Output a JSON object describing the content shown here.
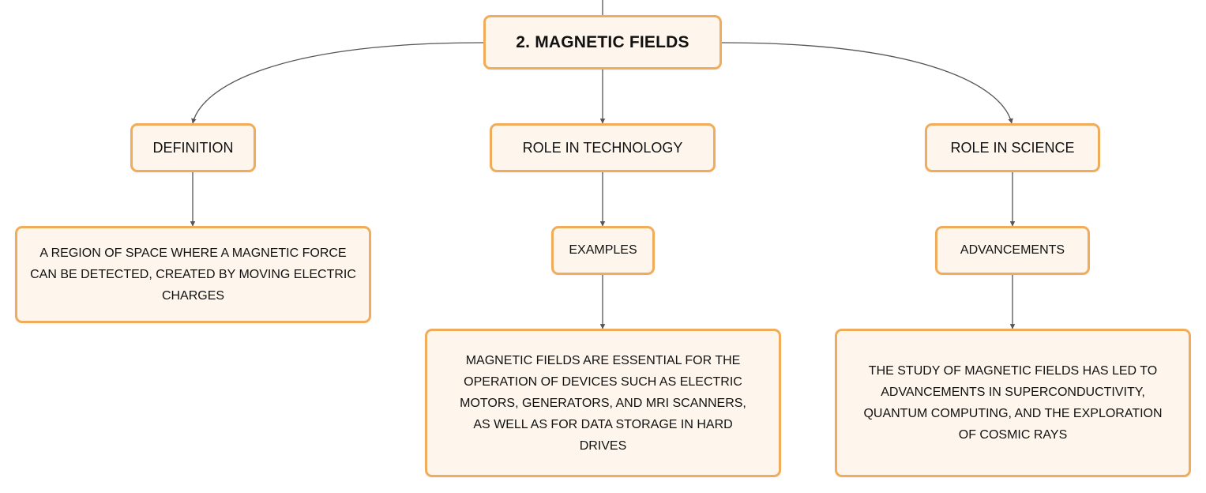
{
  "mindmap": {
    "root": {
      "label": "2. MAGNETIC FIELDS"
    },
    "branches": [
      {
        "label": "DEFINITION",
        "detail": "A REGION OF SPACE WHERE A MAGNETIC FORCE CAN BE DETECTED, CREATED BY MOVING ELECTRIC CHARGES"
      },
      {
        "label": "ROLE IN TECHNOLOGY",
        "sub_label": "EXAMPLES",
        "detail": "MAGNETIC FIELDS ARE ESSENTIAL FOR THE OPERATION OF DEVICES SUCH AS ELECTRIC MOTORS, GENERATORS, AND MRI SCANNERS, AS WELL AS FOR DATA STORAGE IN HARD DRIVES"
      },
      {
        "label": "ROLE IN SCIENCE",
        "sub_label": "ADVANCEMENTS",
        "detail": "THE STUDY OF MAGNETIC FIELDS HAS LED TO ADVANCEMENTS IN SUPERCONDUCTIVITY, QUANTUM COMPUTING, AND THE EXPLORATION OF COSMIC RAYS"
      }
    ]
  },
  "colors": {
    "node_border": "#f0ac5a",
    "node_fill": "#fef6ec",
    "connector": "#555555",
    "text": "#111111"
  }
}
